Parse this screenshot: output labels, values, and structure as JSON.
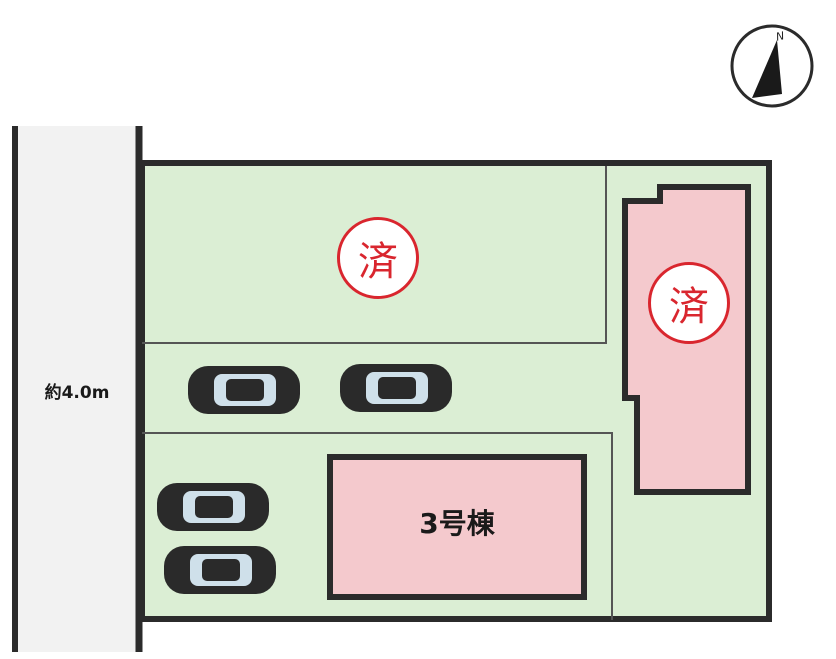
{
  "road": {
    "width_label": "約4.0m"
  },
  "lots": [
    {
      "id": "north-lot",
      "status_stamp": "済"
    },
    {
      "id": "east-lot",
      "status_stamp": "済"
    },
    {
      "id": "lot-3",
      "label": "3号棟"
    }
  ],
  "compass": {
    "north_label": "N",
    "icon": "north-arrow-icon"
  },
  "parking": {
    "car_count": 4,
    "car_icon": "car-icon"
  },
  "colors": {
    "lot_fill": "#dbeed4",
    "building_fill": "#f4c9cd",
    "outline": "#2b2b2b",
    "road_fill": "#f2f2f2",
    "stamp_red": "#d9262e"
  }
}
